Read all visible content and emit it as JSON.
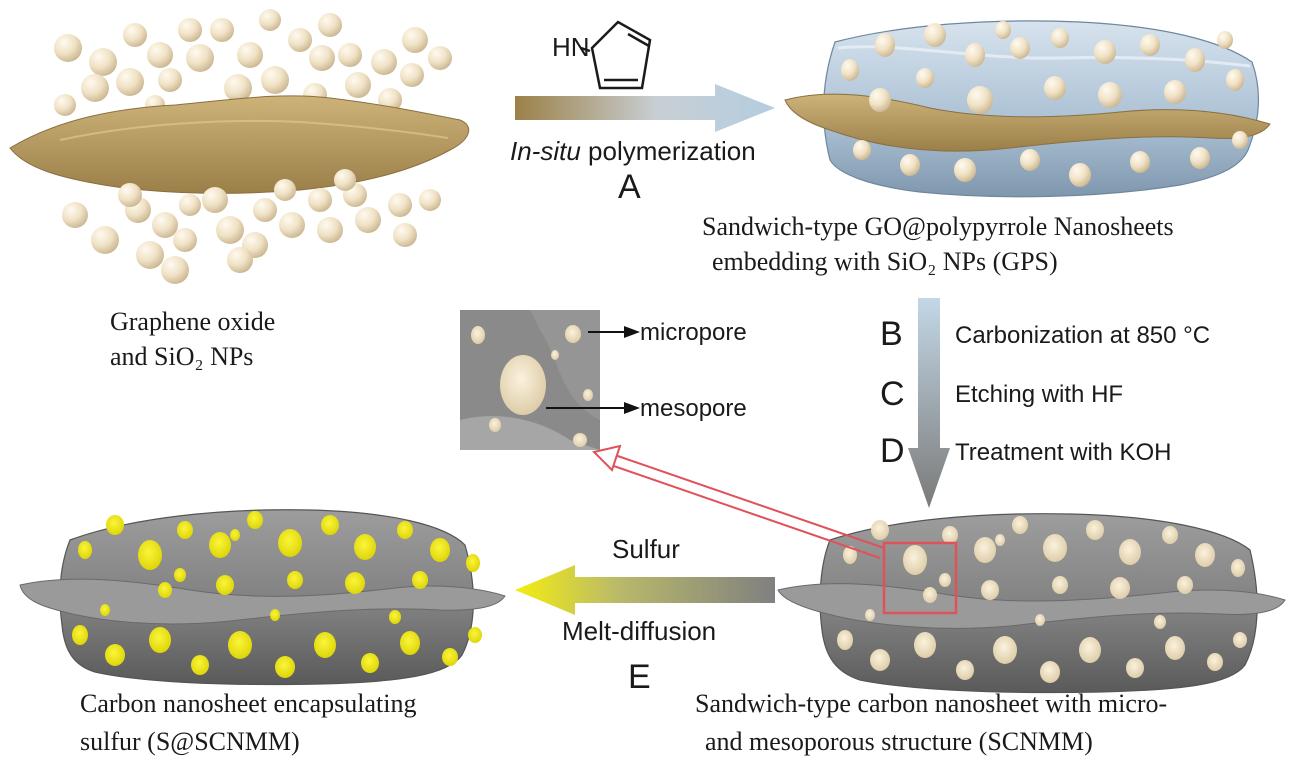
{
  "pyrrole_label": "HN",
  "step_a": {
    "label_italic": "In-situ",
    "label_rest": " polymerization",
    "letter": "A"
  },
  "gps_caption": {
    "line1": "Sandwich-type GO@polypyrrole Nanosheets",
    "line2": "embedding with SiO₂ NPs (GPS)"
  },
  "go_caption": {
    "line1": "Graphene oxide",
    "line2": "and SiO₂ NPs"
  },
  "pore_inset": {
    "micropore": "micropore",
    "mesopore": "mesopore"
  },
  "steps_bcd": [
    {
      "letter": "B",
      "text": "Carbonization at 850 °C"
    },
    {
      "letter": "C",
      "text": "Etching with HF"
    },
    {
      "letter": "D",
      "text": "Treatment with KOH"
    }
  ],
  "step_e": {
    "top": "Sulfur",
    "bottom": "Melt-diffusion",
    "letter": "E"
  },
  "ssc_caption": {
    "line1": "Carbon nanosheet encapsulating",
    "line2": "sulfur  (S@SCNMM)"
  },
  "scnmm_caption": {
    "line1": "Sandwich-type carbon nanosheet with micro-",
    "line2": "and mesoporous structure (SCNMM)"
  },
  "colors": {
    "graphene_oxide": "#b79a5c",
    "silica_sphere": "#eee0c2",
    "polypyrrole": "#b9ccdc",
    "carbon": "#8c8c8c",
    "sulfur": "#f2ea12",
    "inset_arrow": "#e0525a"
  }
}
